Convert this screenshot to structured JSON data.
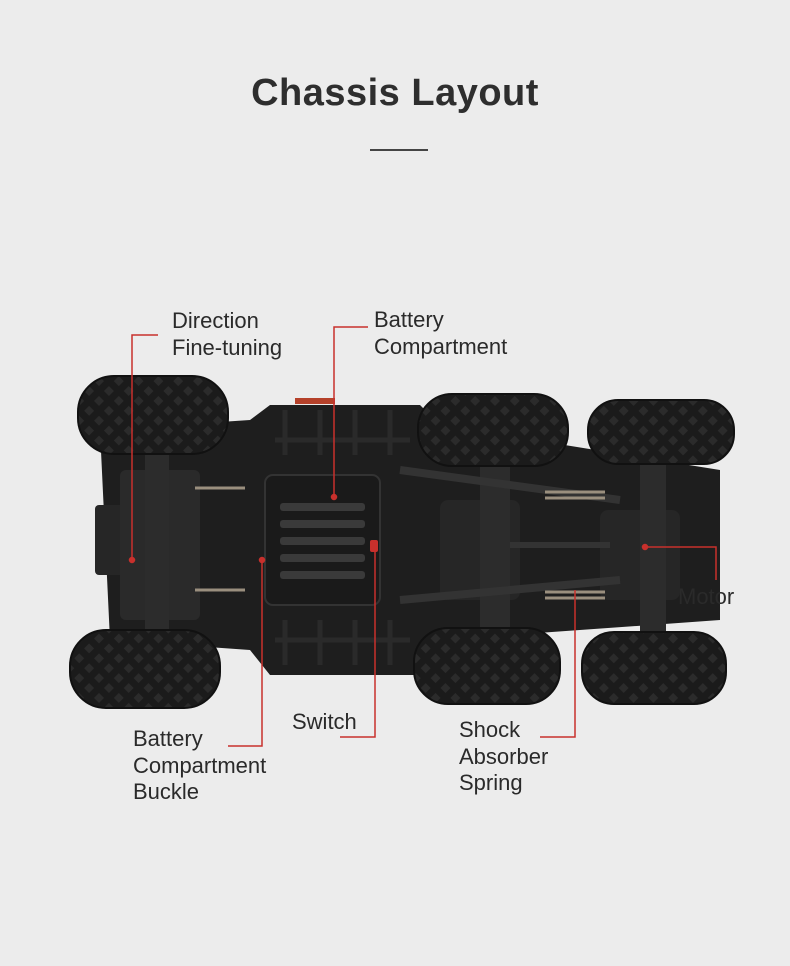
{
  "page": {
    "title": "Chassis Layout",
    "accent_color": "#c8302c"
  },
  "callouts": {
    "direction_fine_tuning": [
      "Direction",
      "Fine-tuning"
    ],
    "battery_compartment": [
      "Battery",
      "Compartment"
    ],
    "motor": [
      "Motor"
    ],
    "switch": [
      "Switch"
    ],
    "battery_compartment_buckle": [
      "Battery",
      "Compartment",
      "Buckle"
    ],
    "shock_absorber_spring": [
      "Shock",
      "Absorber",
      "Spring"
    ]
  }
}
